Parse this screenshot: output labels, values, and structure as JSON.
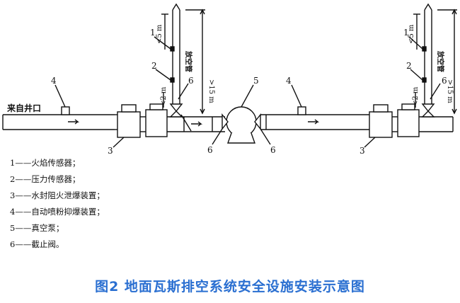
{
  "labels": {
    "inlet": "来自井口",
    "vent_pipe": "放空管",
    "dim_lt5m": "<5 m",
    "dim_gt15m": ">15 m",
    "dim_2m": "<2 m",
    "n1": "1",
    "n2": "2",
    "n3": "3",
    "n4": "4",
    "n5": "5",
    "n6": "6"
  },
  "legend": [
    "1——火焰传感器；",
    "2——压力传感器；",
    "3——水封阻火泄爆装置；",
    "4——自动喷粉抑爆装置；",
    "5——真空泵；",
    "6——截止阀。"
  ],
  "caption": "图2  地面瓦斯排空系统安全设施安装示意图",
  "colors": {
    "caption": "#2a6fd1",
    "line": "#111111"
  }
}
